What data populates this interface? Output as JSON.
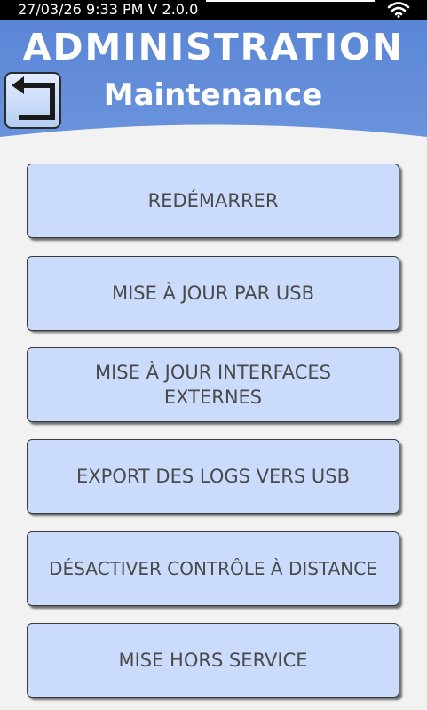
{
  "status_bar": {
    "text": "27/03/26 9:33 PM V 2.0.0",
    "wifi_icon": "wifi-icon"
  },
  "header": {
    "title": "ADMINISTRATION",
    "subtitle": "Maintenance",
    "background_color": "#5b87d4",
    "back_icon": "return-arrow-icon"
  },
  "menu": {
    "button_color": "#cadbfb",
    "text_color": "#4a4a4a",
    "buttons": [
      {
        "label": "REDÉMARRER"
      },
      {
        "label": "MISE À JOUR PAR USB"
      },
      {
        "label_line1": "MISE À JOUR INTERFACES",
        "label_line2": "EXTERNES"
      },
      {
        "label": "EXPORT DES LOGS VERS USB"
      },
      {
        "label": "DÉSACTIVER CONTRÔLE À DISTANCE"
      },
      {
        "label": "MISE HORS SERVICE"
      }
    ]
  }
}
